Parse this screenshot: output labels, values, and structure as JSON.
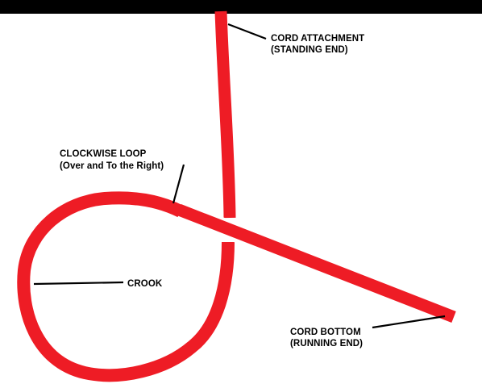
{
  "colors": {
    "background": "#ffffff",
    "top_bar": "#000000",
    "cord": "#ee1c25",
    "label_text": "#000000",
    "leader_line": "#000000"
  },
  "labels": {
    "cord_attachment": {
      "line1": "CORD ATTACHMENT",
      "line2": "(STANDING END)"
    },
    "clockwise_loop": {
      "line1": "CLOCKWISE LOOP",
      "line2": "(Over and To the Right)"
    },
    "crook": {
      "line1": "CROOK"
    },
    "cord_bottom": {
      "line1": "CORD BOTTOM",
      "line2": "(RUNNING END)"
    }
  }
}
